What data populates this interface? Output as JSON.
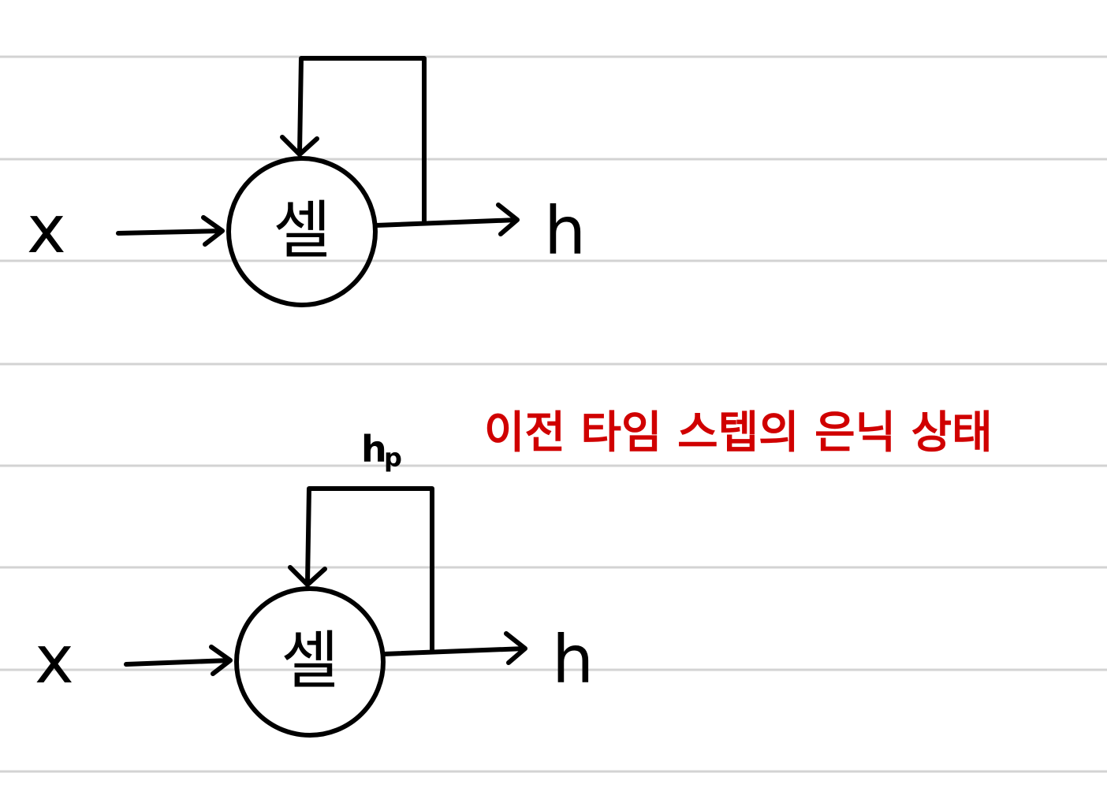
{
  "colors": {
    "ink": "#000000",
    "note": "#d00000",
    "ruled_line": "#d3d3d3"
  },
  "diagram_top": {
    "input_label": "x",
    "cell_label": "셀",
    "output_label": "h"
  },
  "diagram_bottom": {
    "input_label": "x",
    "cell_label": "셀",
    "output_label": "h",
    "loop_label": "h",
    "loop_label_sub": "p",
    "note": "이전 타임 스텝의  은닉 상태"
  }
}
